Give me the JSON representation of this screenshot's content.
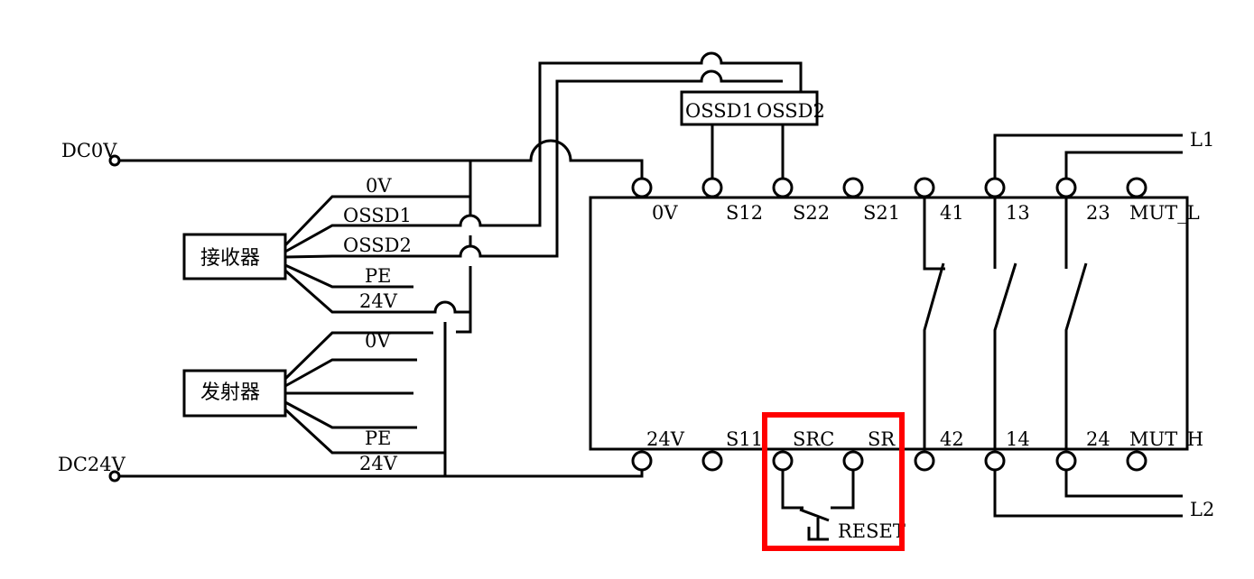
{
  "supply": {
    "dc0v": "DC0V",
    "dc24v": "DC24V"
  },
  "receiver": {
    "name": "接收器",
    "wires": [
      "0V",
      "OSSD1",
      "OSSD2",
      "PE",
      "24V"
    ]
  },
  "emitter": {
    "name": "发射器",
    "wires": [
      "0V",
      "PE",
      "24V"
    ]
  },
  "ossd_box": {
    "label1": "OSSD1",
    "label2": "OSSD2"
  },
  "controller": {
    "top_terminals": [
      "0V",
      "S12",
      "S22",
      "S21",
      "41",
      "13",
      "23",
      "MUT_L"
    ],
    "bottom_terminals": [
      "24V",
      "S11",
      "SRC",
      "SR",
      "42",
      "14",
      "24",
      "MUT_H"
    ]
  },
  "outputs": {
    "l1": "L1",
    "l2": "L2"
  },
  "reset": {
    "label": "RESET",
    "highlight_color": "#ff0000"
  }
}
